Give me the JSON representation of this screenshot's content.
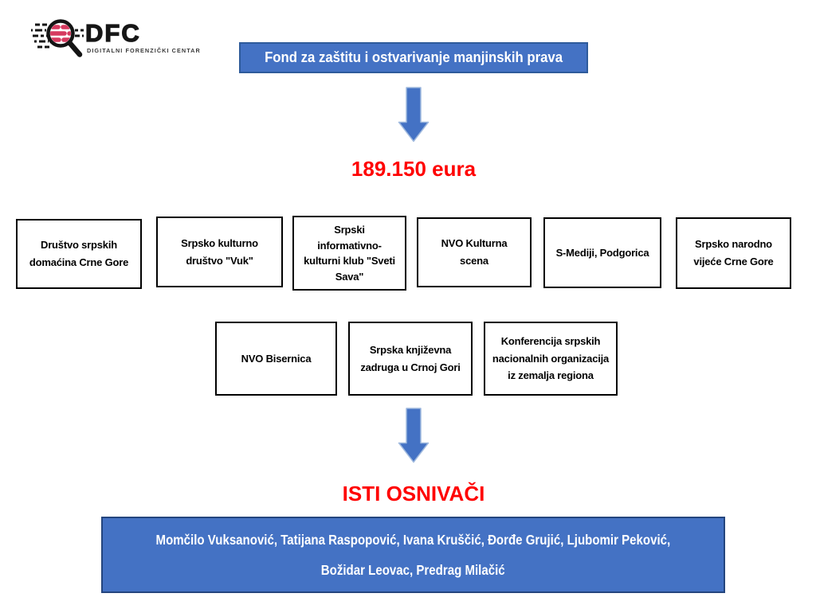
{
  "logo": {
    "brand": "DFC",
    "tagline": "DIGITALNI FORENZIČKI CENTAR",
    "icon": "magnifier-with-red-stripes-icon",
    "stripe_red": "#D6395F"
  },
  "header": {
    "title": "Fond za zaštitu i ostvarivanje manjinskih prava"
  },
  "amount_label": "189.150 eura",
  "organizations_row1": [
    "Društvo srpskih\ndomaćina Crne Gore",
    "Srpsko kulturno\ndruštvo \"Vuk\"",
    "Srpski\ninformativno-\nkulturni klub \"Sveti\nSava\"",
    "NVO Kulturna\nscena",
    "S-Mediji, Podgorica",
    "Srpsko narodno\nvijeće Crne Gore"
  ],
  "organizations_row2": [
    "NVO Bisernica",
    "Srpska književna\nzadruga u Crnoj Gori",
    "Konferencija srpskih\nnacionalnih organizacija\niz zemalja regiona"
  ],
  "founders_heading": "ISTI OSNIVAČI",
  "founders": {
    "line1": "Momčilo Vuksanović, Tatijana Raspopović, Ivana Kruščić, Đorđe Grujić, Ljubomir Peković,",
    "line2": "Božidar Leovac, Predrag Milačić"
  },
  "colors": {
    "blue_fill": "#4472C4",
    "banner_border": "#2E5B9B",
    "founders_border": "#24457E",
    "arrow_border": "#9FB9DE",
    "red_text": "#FF0000",
    "box_border": "#000000",
    "logo_red": "#D6395F"
  }
}
